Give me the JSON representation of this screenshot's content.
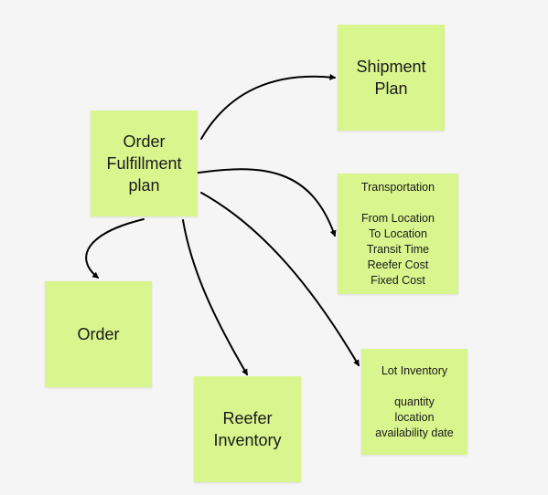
{
  "notes": {
    "order_fulfillment": "Order\nFulfillment\nplan",
    "shipment_plan": "Shipment\nPlan",
    "transportation": "Transportation\n\nFrom Location\nTo Location\nTransit Time\nReefer Cost\nFixed Cost",
    "order": "Order",
    "reefer_inventory": "Reefer\nInventory",
    "lot_inventory": "Lot Inventory\n\nquantity\nlocation\navailability date"
  },
  "colors": {
    "note_fill": "#d8f58e",
    "connector": "#000000",
    "background": "#f5f5f5"
  }
}
